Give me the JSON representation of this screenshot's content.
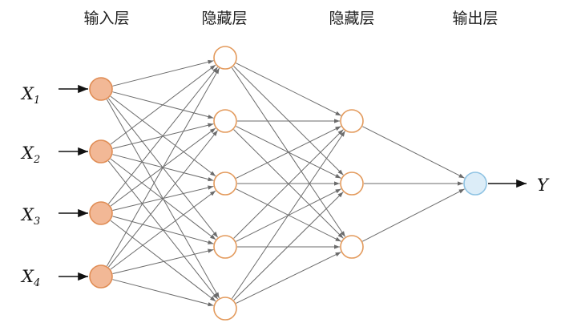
{
  "layers": [
    {
      "label": "输入层",
      "nodes": 4,
      "kind": "input"
    },
    {
      "label": "隐藏层",
      "nodes": 5,
      "kind": "hidden"
    },
    {
      "label": "隐藏层",
      "nodes": 3,
      "kind": "hidden"
    },
    {
      "label": "输出层",
      "nodes": 1,
      "kind": "output"
    }
  ],
  "inputs": [
    {
      "base": "X",
      "sub": "1"
    },
    {
      "base": "X",
      "sub": "2"
    },
    {
      "base": "X",
      "sub": "3"
    },
    {
      "base": "X",
      "sub": "4"
    }
  ],
  "output": {
    "label": "Y"
  },
  "colors": {
    "input_fill": "#f2b896",
    "input_stroke": "#e08d55",
    "hidden_fill": "#ffffff",
    "hidden_stroke": "#e39a5c",
    "output_fill": "#dcedf8",
    "output_stroke": "#8fc3e3",
    "edge": "#6b6b6b",
    "arrow": "#111111"
  }
}
